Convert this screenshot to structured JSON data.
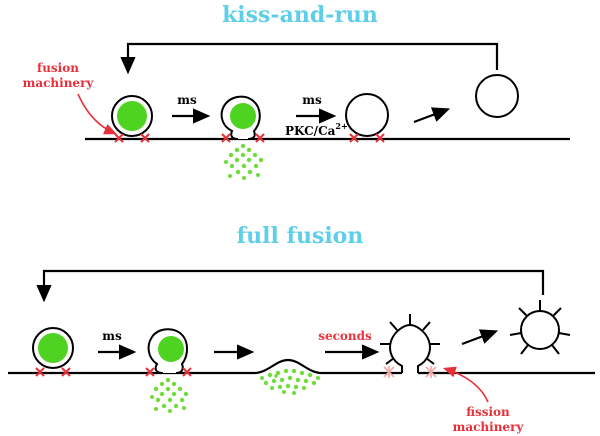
{
  "colors": {
    "title": "#5fcfe9",
    "label_red": "#e8303a",
    "cargo": "#4fd321",
    "fission_x": "#f3a6a6"
  },
  "kiss_and_run": {
    "title": "kiss-and-run",
    "fusion_label_line1": "fusion",
    "fusion_label_line2": "machinery",
    "step1_label": "ms",
    "step2_label": "ms",
    "step2_sublabel": "PKC/Ca",
    "step2_superscript": "2+"
  },
  "full_fusion": {
    "title": "full fusion",
    "step1_label": "ms",
    "step3_label": "seconds",
    "fission_label_line1": "fission",
    "fission_label_line2": "machinery"
  }
}
